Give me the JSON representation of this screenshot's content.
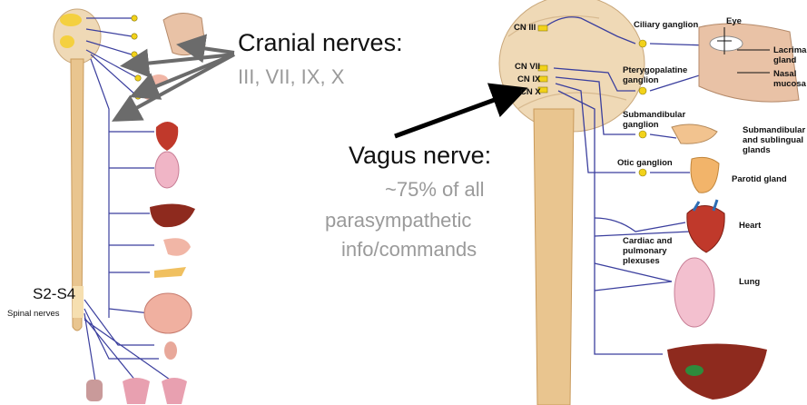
{
  "left_panel": {
    "cranial_title": "Cranial nerves:",
    "cranial_list": "III, VII, IX, X",
    "vagus_title": "Vagus nerve:",
    "vagus_detail_1": "~75% of all",
    "vagus_detail_2": "parasympathetic",
    "vagus_detail_3": "info/commands",
    "sacral_label": "S2-S4",
    "sacral_sub": "Spinal nerves"
  },
  "right_panel": {
    "cn_labels": [
      "CN III",
      "CN VII",
      "CN IX",
      "CN X"
    ],
    "ganglia": [
      "Ciliary ganglion",
      "Pterygopalatine ganglion",
      "Submandibular ganglion",
      "Otic ganglion"
    ],
    "targets": [
      "Eye",
      "Lacrimal gland",
      "Nasal mucosa",
      "Submandibular and sublingual glands",
      "Parotid gland",
      "Heart",
      "Lung"
    ],
    "plexus_label": "Cardiac and pulmonary plexuses"
  },
  "colors": {
    "nerve": "#3b3f9e",
    "ganglion": "#f2d21a",
    "bone": "#e9c58f",
    "arrow": "#6b6b6b"
  }
}
